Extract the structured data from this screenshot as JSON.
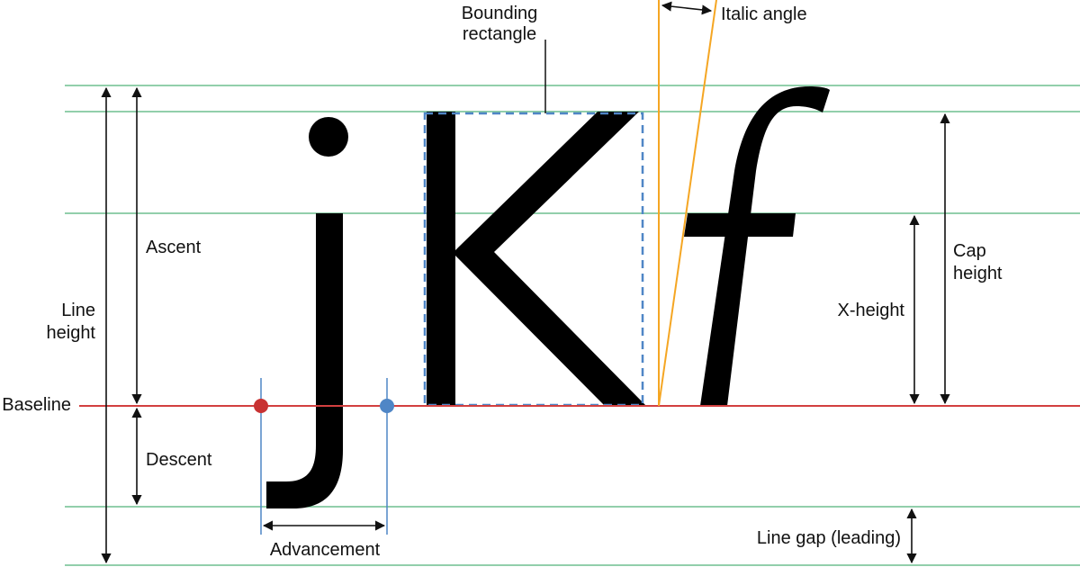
{
  "labels": {
    "bounding_rectangle_1": "Bounding",
    "bounding_rectangle_2": "rectangle",
    "italic_angle": "Italic angle",
    "ascent": "Ascent",
    "line_height_1": "Line",
    "line_height_2": "height",
    "baseline": "Baseline",
    "descent": "Descent",
    "advancement": "Advancement",
    "cap_height_1": "Cap",
    "cap_height_2": "height",
    "x_height": "X-height",
    "line_gap": "Line gap (leading)"
  },
  "glyphs": {
    "j": "j",
    "K": "K",
    "f": "f"
  },
  "colors": {
    "guide_line": "#6fbf8f",
    "baseline": "#d24040",
    "bounding_box": "#4f86c6",
    "advance_marker": "#4f86c6",
    "origin_dot": "#c83232",
    "italic_guide": "#f5a623",
    "arrow": "#111111"
  }
}
